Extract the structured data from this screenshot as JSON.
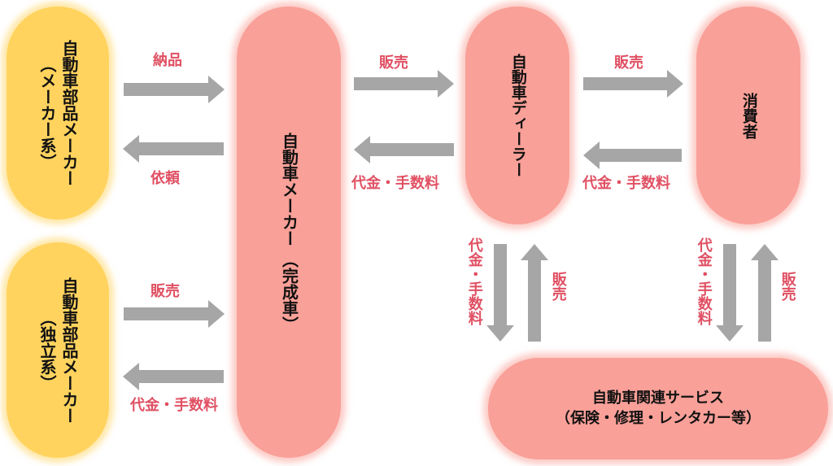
{
  "nodes": {
    "parts_maker_affiliated": {
      "line1": "自動車部品メーカー",
      "line2": "（メーカー系）"
    },
    "parts_maker_independent": {
      "line1": "自動車部品メーカー",
      "line2": "（独立系）"
    },
    "car_maker": {
      "line1": "自動車メーカー",
      "line2": "（完成車）"
    },
    "dealer": {
      "label": "自動車ディーラー"
    },
    "consumer": {
      "label": "消費者"
    },
    "service": {
      "line1": "自動車関連サービス",
      "line2": "（保険・修理・レンタカー等）"
    }
  },
  "edges": {
    "delivery": "納品",
    "request": "依頼",
    "sale_independent": "販売",
    "fee_independent": "代金・手数料",
    "sale_to_dealer": "販売",
    "fee_from_dealer": "代金・手数料",
    "sale_to_consumer": "販売",
    "fee_from_consumer": "代金・手数料",
    "dealer_fee_to_service": "代金・手数料",
    "service_sale_to_dealer": "販売",
    "consumer_fee_to_service": "代金・手数料",
    "service_sale_to_consumer": "販売"
  },
  "colors": {
    "yellow": "#FFD35E",
    "pink": "#F9A098",
    "arrow": "#A6A6A6",
    "label": "#E05063"
  }
}
